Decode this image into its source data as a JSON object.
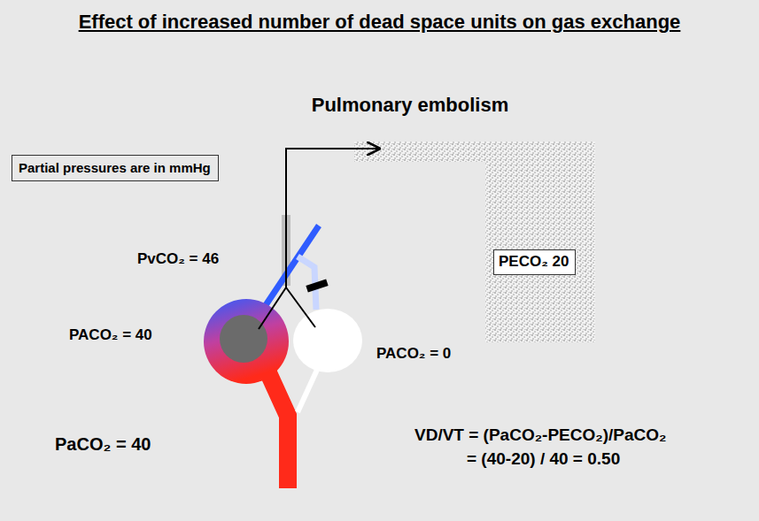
{
  "diagram": {
    "title": "Effect of increased number of dead space units on gas exchange",
    "nodes": [
      {
        "text": [
          "Partial pressures are in mmHg"
        ]
      },
      {
        "text": [
          "PECO₂ 20"
        ]
      }
    ],
    "labels": [
      "Pulmonary embolism",
      "PvCO₂ = 46",
      "PACO₂ = 40",
      "PACO₂ = 0",
      "PaCO₂ = 40",
      "VD/VT = (PaCO₂-PECO₂)/PaCO₂",
      "= (40-20) / 40 = 0.50"
    ]
  }
}
